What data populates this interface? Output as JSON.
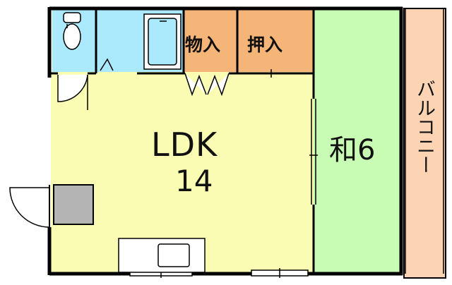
{
  "rooms": {
    "ldk": {
      "name": "LDK",
      "size": "14"
    },
    "washitsu": {
      "label": "和6"
    },
    "monoire": {
      "label": "物入"
    },
    "oshiire": {
      "label": "押入"
    },
    "balcony": {
      "label": "バルコニー"
    }
  },
  "colors": {
    "ldk": "#fafcb4",
    "washitsu": "#c8fcb4",
    "storage": "#f5b478",
    "wet_area": "#aaeafc",
    "balcony": "#fcd4b4",
    "wall": "#000000",
    "fixture_gray": "#b4b4b4"
  }
}
